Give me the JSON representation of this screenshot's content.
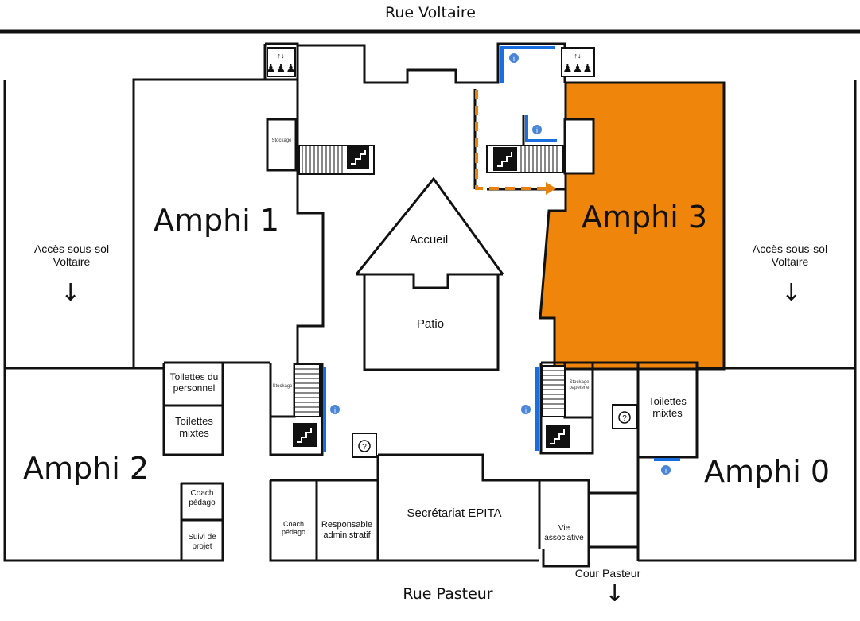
{
  "streets": {
    "north": "Rue Voltaire",
    "south": "Rue Pasteur",
    "court": "Cour Pasteur"
  },
  "amphis": {
    "amphi1": "Amphi 1",
    "amphi2": "Amphi 2",
    "amphi3": "Amphi 3",
    "amphi0": "Amphi 0"
  },
  "rooms": {
    "accueil": "Accueil",
    "patio": "Patio",
    "acces_left_1": "Accès sous-sol",
    "acces_left_2": "Voltaire",
    "acces_right_1": "Accès sous-sol",
    "acces_right_2": "Voltaire",
    "toilettes_personnel_1": "Toilettes du",
    "toilettes_personnel_2": "personnel",
    "toilettes_mixtes_left_1": "Toilettes",
    "toilettes_mixtes_left_2": "mixtes",
    "toilettes_mixtes_right_1": "Toilettes",
    "toilettes_mixtes_right_2": "mixtes",
    "coach_left_1": "Coach",
    "coach_left_2": "pédago",
    "suivi_1": "Suivi de",
    "suivi_2": "projet",
    "coach_mid_1": "Coach",
    "coach_mid_2": "pédago",
    "responsable_1": "Responsable",
    "responsable_2": "administratif",
    "secretariat": "Secrétariat EPITA",
    "vie_1": "Vie",
    "vie_2": "associative",
    "stockage_top": "Stockage",
    "stockage_left": "Stockage",
    "stockage_pap_1": "Stockage",
    "stockage_pap_2": "papeterie"
  },
  "icons": {
    "elevator": "elevator-icon",
    "stairs": "stairs-icon",
    "info": "info-icon",
    "phone": "interphone-icon"
  },
  "colors": {
    "highlight": "#f0850c",
    "blue_marker": "#1a6fe0",
    "info": "#4a86d8",
    "walls": "#111111"
  }
}
